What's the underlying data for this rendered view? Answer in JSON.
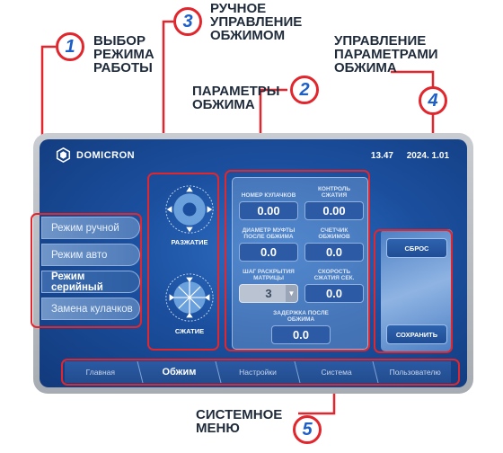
{
  "callouts": [
    {
      "num": "1",
      "lines": [
        "ВЫБОР",
        "РЕЖИМА",
        "РАБОТЫ"
      ]
    },
    {
      "num": "2",
      "lines": [
        "ПАРАМЕТРЫ",
        "ОБЖИМА"
      ]
    },
    {
      "num": "3",
      "lines": [
        "РУЧНОЕ",
        "УПРАВЛЕНИЕ",
        "ОБЖИМОМ"
      ]
    },
    {
      "num": "4",
      "lines": [
        "УПРАВЛЕНИЕ",
        "ПАРАМЕТРАМИ",
        "ОБЖИМА"
      ]
    },
    {
      "num": "5",
      "lines": [
        "СИСТЕМНОЕ",
        "МЕНЮ"
      ]
    }
  ],
  "header": {
    "brand": "DOMICRON",
    "time": "13.47",
    "date": "2024. 1.01"
  },
  "mode_menu": {
    "items": [
      {
        "label": "Режим ручной",
        "active": false
      },
      {
        "label": "Режим авто",
        "active": false
      },
      {
        "label": "Режим серийный",
        "active": true
      },
      {
        "label": "Замена кулачков",
        "active": false
      }
    ]
  },
  "manual": {
    "open_label": "РАЗЖАТИЕ",
    "close_label": "СЖАТИЕ"
  },
  "params": {
    "jaw_number": {
      "label": "НОМЕР КУЛАЧКОВ",
      "value": "0.00"
    },
    "crimp_control": {
      "label": "КОНТРОЛЬ СЖАТИЯ",
      "value": "0.00"
    },
    "sleeve_diameter": {
      "label": "ДИАМЕТР МУФТЫ ПОСЛЕ ОБЖИМА",
      "value": "0.0"
    },
    "crimp_counter": {
      "label": "СЧЕТЧИК ОБЖИМОВ",
      "value": "0.0"
    },
    "opening_step": {
      "label": "ШАГ РАСКРЫТИЯ МАТРИЦЫ",
      "value": "3"
    },
    "crimp_speed": {
      "label": "СКОРОСТЬ СЖАТИЯ СЕК.",
      "value": "0.0"
    },
    "post_delay": {
      "label": "ЗАДЕРЖКА ПОСЛЕ ОБЖИМА",
      "value": "0.0"
    }
  },
  "controls": {
    "reset_label": "СБРОС",
    "save_label": "СОХРАНИТЬ"
  },
  "nav": {
    "tabs": [
      {
        "label": "Главная",
        "active": false
      },
      {
        "label": "Обжим",
        "active": true
      },
      {
        "label": "Настройки",
        "active": false
      },
      {
        "label": "Система",
        "active": false
      },
      {
        "label": "Пользователю",
        "active": false
      }
    ]
  },
  "colors": {
    "accent_red": "#e1262d",
    "badge_blue": "#1d5fc7",
    "screen_blue": "#1b4f9e"
  }
}
